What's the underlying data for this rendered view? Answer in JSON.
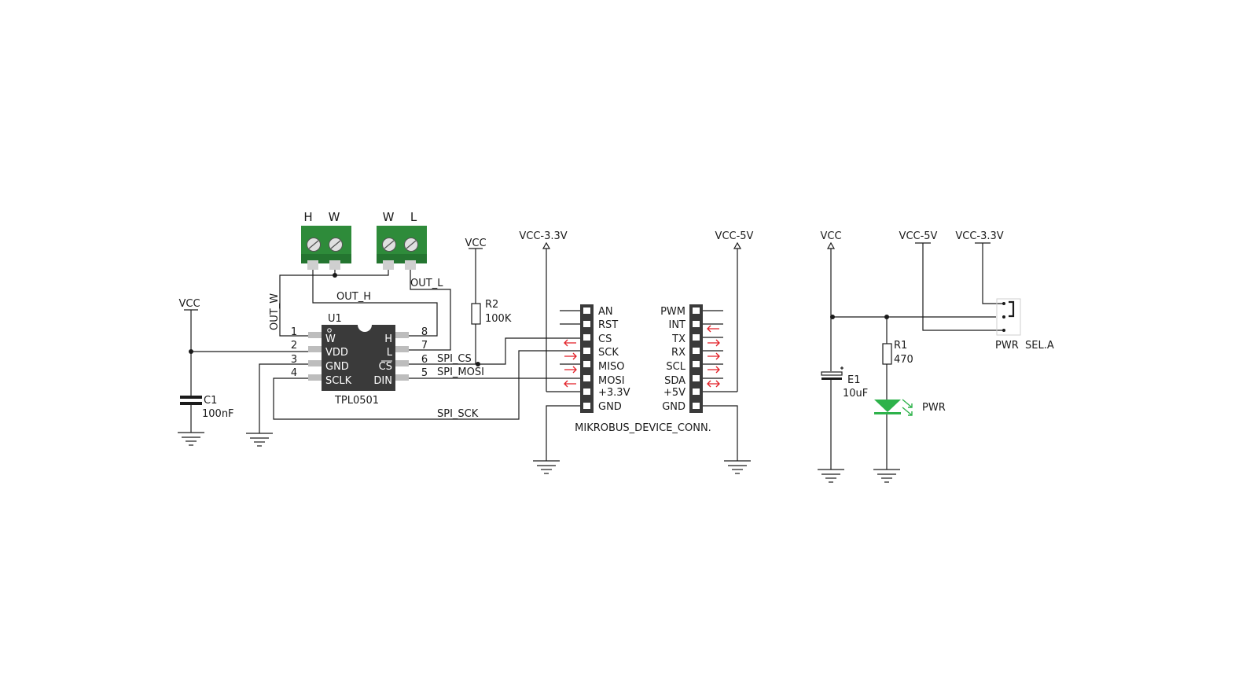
{
  "power_labels": {
    "vcc": "VCC",
    "vcc_3v3": "VCC-3.3V",
    "vcc_5v": "VCC-5V"
  },
  "terminals": {
    "left": [
      "H",
      "W"
    ],
    "right": [
      "W",
      "L"
    ]
  },
  "nets": {
    "out_w": "OUT_W",
    "out_h": "OUT_H",
    "out_l": "OUT_L",
    "spi_cs": "SPI_CS",
    "spi_mosi": "SPI_MOSI",
    "spi_sck": "SPI_SCK"
  },
  "u1": {
    "ref": "U1",
    "part": "TPL0501",
    "left_pins": [
      {
        "num": "1",
        "name": "W"
      },
      {
        "num": "2",
        "name": "VDD"
      },
      {
        "num": "3",
        "name": "GND"
      },
      {
        "num": "4",
        "name": "SCLK"
      }
    ],
    "right_pins": [
      {
        "num": "8",
        "name": "H"
      },
      {
        "num": "7",
        "name": "L"
      },
      {
        "num": "6",
        "name": "CS"
      },
      {
        "num": "5",
        "name": "DIN"
      }
    ]
  },
  "components": {
    "c1": {
      "ref": "C1",
      "value": "100nF"
    },
    "r2": {
      "ref": "R2",
      "value": "100K"
    },
    "r1": {
      "ref": "R1",
      "value": "470"
    },
    "e1": {
      "ref": "E1",
      "value": "10uF"
    },
    "led": {
      "label": "PWR"
    },
    "jumper": {
      "ref": "PWR",
      "label": "SEL.A"
    }
  },
  "mikrobus": {
    "name": "MIKROBUS_DEVICE_CONN.",
    "left": [
      "AN",
      "RST",
      "CS",
      "SCK",
      "MISO",
      "MOSI",
      "+3.3V",
      "GND"
    ],
    "right": [
      "PWM",
      "INT",
      "TX",
      "RX",
      "SCL",
      "SDA",
      "+5V",
      "GND"
    ]
  },
  "colors": {
    "wire": "#1a1a1a",
    "terminal_green": "#2e8b3a",
    "ic_body": "#3a3a3a",
    "arrow_red": "#e21f26",
    "led_green": "#2db24a"
  }
}
